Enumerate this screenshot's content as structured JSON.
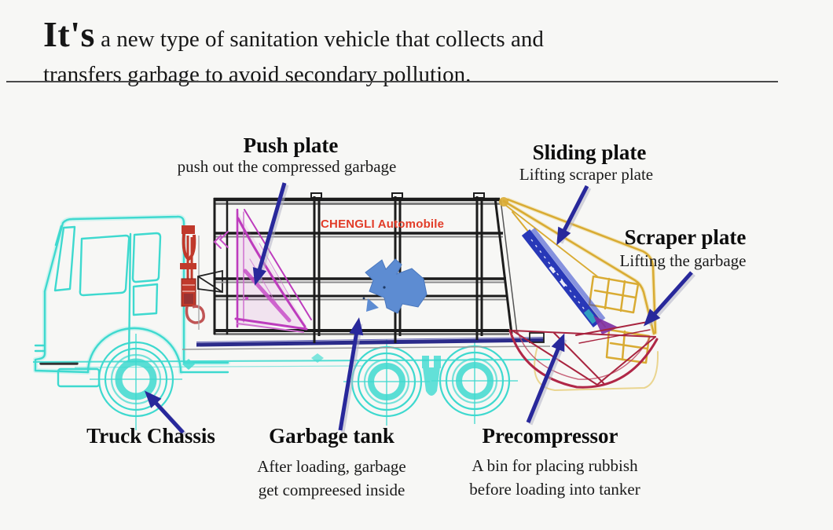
{
  "header": {
    "lead": "It's",
    "line1_rest": " a new type of sanitation vehicle that collects and",
    "line2": "transfers garbage to avoid secondary pollution."
  },
  "brand": {
    "text": "CHENGLI Automobile",
    "color": "#e23c28"
  },
  "labels": {
    "push_plate": {
      "title": "Push plate",
      "caption": "push out the compressed garbage"
    },
    "sliding_plate": {
      "title": "Sliding plate",
      "caption": "Lifting scraper plate"
    },
    "scraper_plate": {
      "title": "Scraper plate",
      "caption": "Lifting the garbage"
    },
    "truck_chassis": {
      "title": "Truck Chassis"
    },
    "garbage_tank": {
      "title": "Garbage tank",
      "caption_line1": "After loading, garbage",
      "caption_line2": "get compreesed inside"
    },
    "precompressor": {
      "title": "Precompressor",
      "caption_line1": "A bin for placing rubbish",
      "caption_line2": "before loading into tanker"
    }
  },
  "colors": {
    "cab": "#3ed9cf",
    "tank": "#1c1c1c",
    "push": "#bd3cbd",
    "gate": "#d9ab33",
    "slide": "#2838b8",
    "scoop": "#b02747",
    "ptr": "#28289b",
    "brand": "#e23c28"
  }
}
